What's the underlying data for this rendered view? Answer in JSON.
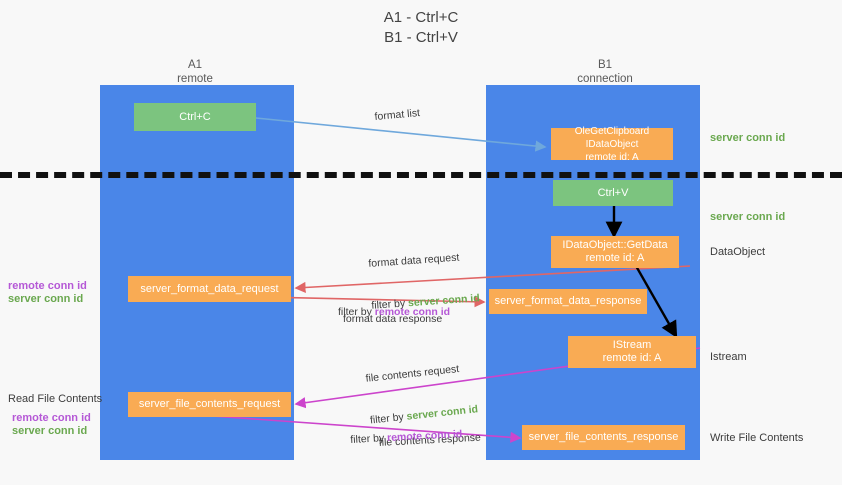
{
  "title": "A1 - Ctrl+C\nB1 - Ctrl+V",
  "columns": [
    {
      "name": "A1",
      "sub": "remote",
      "label": "A1\nremote"
    },
    {
      "name": "B1",
      "sub": "connection",
      "label": "B1\nconnection"
    }
  ],
  "boxes": {
    "ctrl_c": "Ctrl+C",
    "ctrl_v": "Ctrl+V",
    "ole_get_clipboard": "OleGetClipboard IDataObject\nremote id: A",
    "idataobject_getdata": "IDataObject::GetData\nremote id: A",
    "istream": "IStream\nremote id: A",
    "server_format_data_request": "server_format_data_request",
    "server_format_data_response": "server_format_data_response",
    "server_file_contents_request": "server_file_contents_request",
    "server_file_contents_response": "server_file_contents_response"
  },
  "edge_labels": {
    "format_list": "format list",
    "format_data_request": "format data request",
    "format_data_request_filter_prefix": "filter by ",
    "format_data_request_filter_value": "server conn id",
    "format_data_response": "format data response",
    "format_data_response_filter_prefix": "filter by ",
    "format_data_response_filter_value": "remote conn id",
    "file_contents_request": "file contents request",
    "file_contents_request_filter_prefix": "filter by ",
    "file_contents_request_filter_value": "server conn id",
    "file_contents_response": "file contents response",
    "file_contents_response_filter_prefix": "filter by ",
    "file_contents_response_filter_value": "remote conn id"
  },
  "right_labels": {
    "server_conn_id_top": "server conn id",
    "server_conn_id_mid": "server conn id",
    "data_object": "DataObject",
    "istream": "Istream",
    "write_file_contents": "Write File Contents"
  },
  "left_labels": {
    "remote_conn_id_upper": "remote conn id",
    "server_conn_id_upper": "server conn id",
    "read_file_contents": "Read File Contents",
    "remote_conn_id_lower": "remote conn id",
    "server_conn_id_lower": "server conn id"
  },
  "colors": {
    "lane": "#4a86e8",
    "orange": "#f9ab54",
    "green_box": "#7cc47f",
    "green_text": "#6aa84f",
    "magenta_text": "#b558d6",
    "arrow_red": "#e06666",
    "arrow_magenta": "#cc44cc",
    "arrow_blue": "#6fa8dc",
    "arrow_black": "#000000",
    "divider": "#111111",
    "background": "#f8f8f8"
  }
}
